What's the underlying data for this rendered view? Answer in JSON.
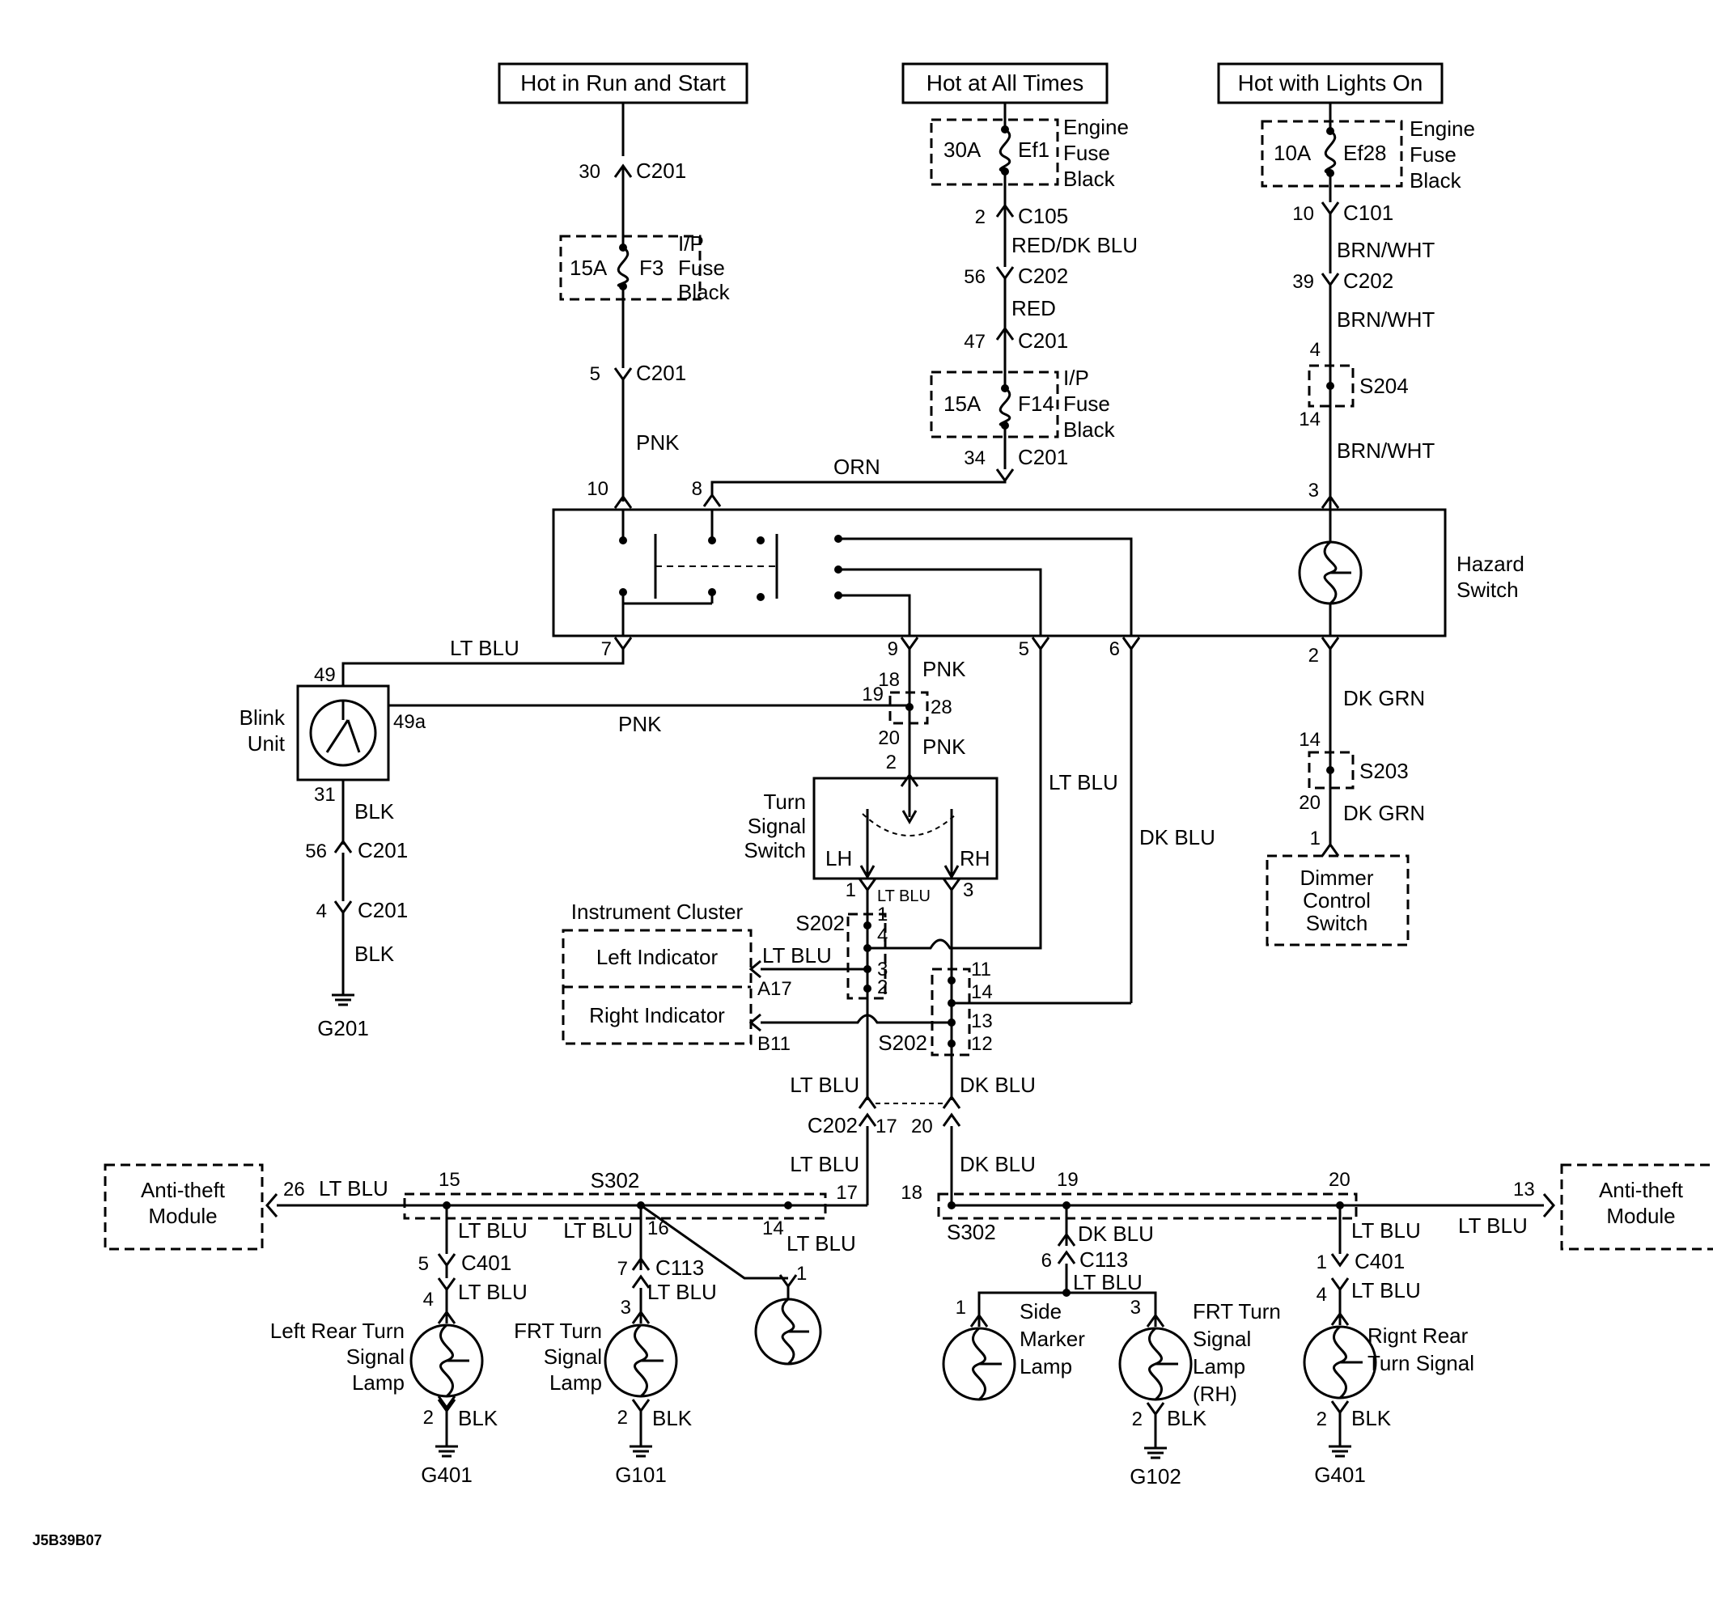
{
  "sources": {
    "run_start": "Hot in Run and Start",
    "all_times": "Hot at All Times",
    "lights_on": "Hot with Lights On"
  },
  "fuses": {
    "ef1": {
      "amp": "30A",
      "name": "Ef1",
      "box": [
        "Engine",
        "Fuse",
        "Black"
      ]
    },
    "ef28": {
      "amp": "10A",
      "name": "Ef28",
      "box": [
        "Engine",
        "Fuse",
        "Black"
      ]
    },
    "f3": {
      "amp": "15A",
      "name": "F3",
      "box": [
        "I/P",
        "Fuse",
        "Black"
      ]
    },
    "f14": {
      "amp": "15A",
      "name": "F14",
      "box": [
        "I/P",
        "Fuse",
        "Black"
      ]
    }
  },
  "components": {
    "hazard_switch": [
      "Hazard",
      "Switch"
    ],
    "blink_unit": [
      "Blink",
      "Unit"
    ],
    "turn_signal_switch": [
      "Turn",
      "Signal",
      "Switch"
    ],
    "instrument_cluster": "Instrument Cluster",
    "left_indicator": "Left Indicator",
    "right_indicator": "Right Indicator",
    "dimmer_control": [
      "Dimmer",
      "Control",
      "Switch"
    ],
    "anti_theft_left": [
      "Anti-theft",
      "Module"
    ],
    "anti_theft_right": [
      "Anti-theft",
      "Module"
    ],
    "left_rear_lamp": [
      "Left Rear Turn",
      "Signal",
      "Lamp"
    ],
    "frt_turn_lh": [
      "FRT Turn",
      "Signal",
      "Lamp"
    ],
    "side_marker": [
      "Side",
      "Marker",
      "Lamp"
    ],
    "frt_turn_rh": [
      "FRT Turn",
      "Signal",
      "Lamp",
      "(RH)"
    ],
    "right_rear_lamp": [
      "Rignt Rear",
      "Turn Signal"
    ]
  },
  "wires": {
    "pnk": "PNK",
    "orn": "ORN",
    "red": "RED",
    "red_dk_blu": "RED/DK BLU",
    "brn_wht": "BRN/WHT",
    "lt_blu": "LT BLU",
    "dk_blu": "DK BLU",
    "dk_grn": "DK GRN",
    "blk": "BLK"
  },
  "connectors": {
    "c201": "C201",
    "c202": "C202",
    "c105": "C105",
    "c101": "C101",
    "c401": "C401",
    "c113": "C113",
    "s202": "S202",
    "s203": "S203",
    "s204": "S204",
    "s302": "S302"
  },
  "grounds": {
    "g201": "G201",
    "g401": "G401",
    "g101": "G101",
    "g102": "G102"
  },
  "terminals": {
    "lh": "LH",
    "rh": "RH",
    "a17": "A17",
    "b11": "B11",
    "t49": "49",
    "t49a": "49a",
    "t31": "31"
  },
  "figure_code": "J5B39B07"
}
